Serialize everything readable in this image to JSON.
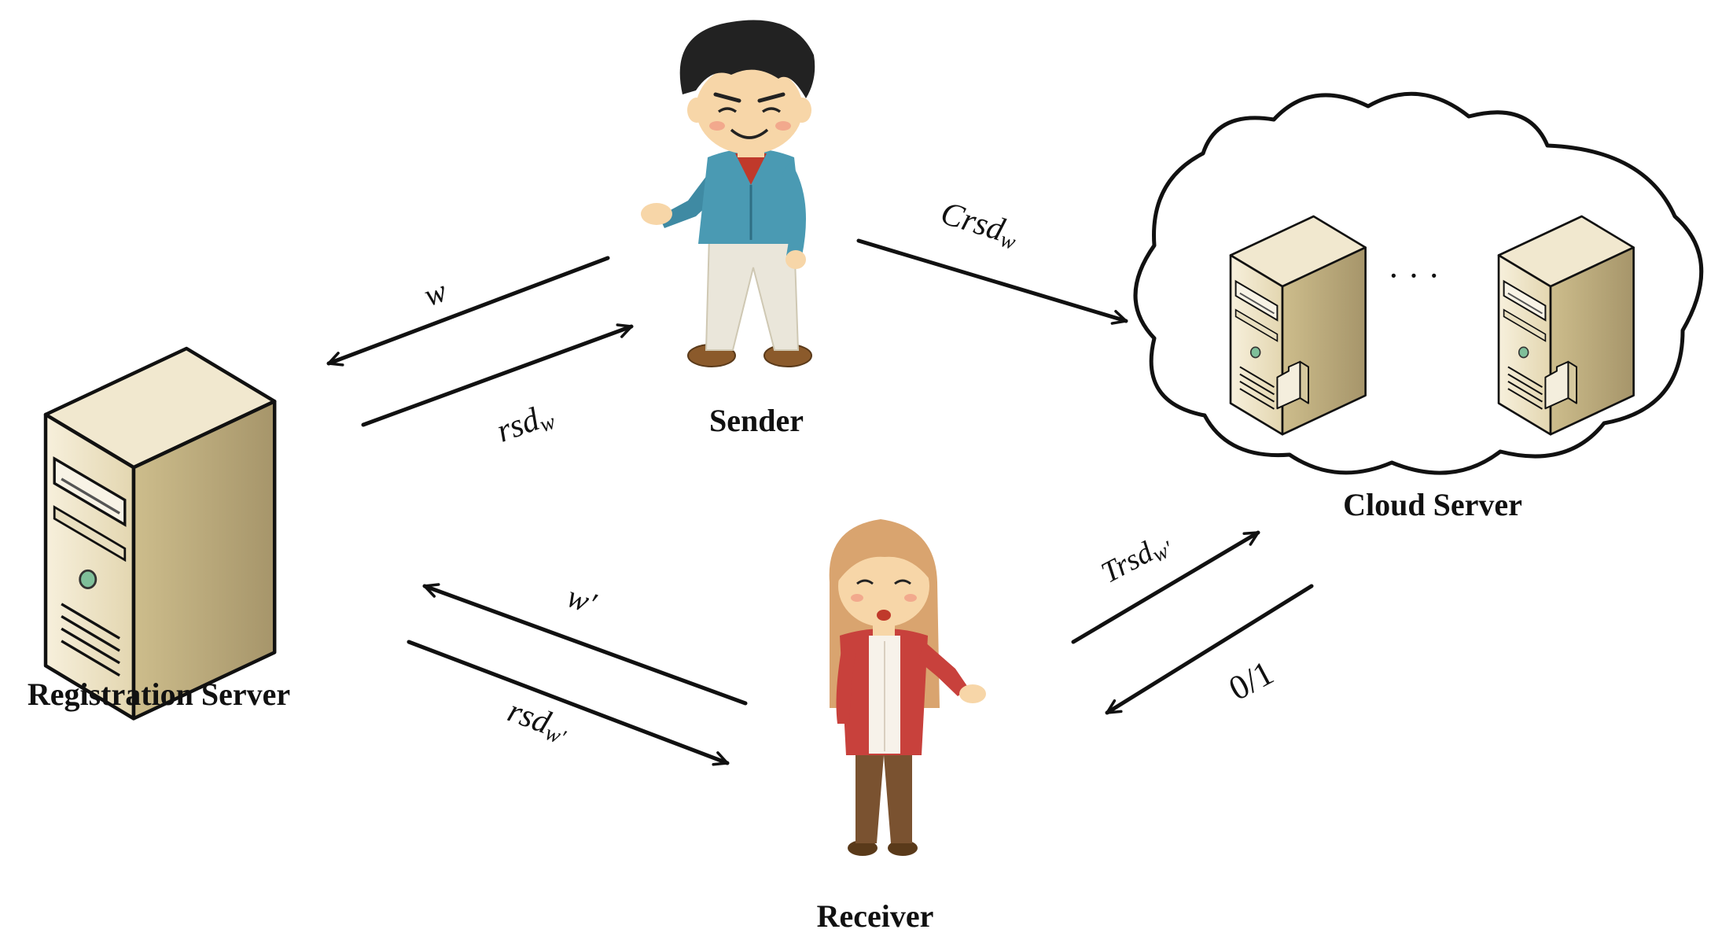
{
  "nodes": {
    "registration_server": "Registration Server",
    "sender": "Sender",
    "receiver": "Receiver",
    "cloud_server": "Cloud Server"
  },
  "cloud": {
    "ellipsis": "· · ·"
  },
  "edges": {
    "sender_to_registration": {
      "base": "w",
      "sub": ""
    },
    "registration_to_sender": {
      "base": "rsd",
      "sub": "w"
    },
    "sender_to_cloud": {
      "base": "Crsd",
      "sub": "w"
    },
    "receiver_to_registration": {
      "base": "w′",
      "sub": ""
    },
    "registration_to_receiver": {
      "base": "rsd",
      "sub": "w′"
    },
    "receiver_to_cloud": {
      "base": "Trsd",
      "sub": "w′"
    },
    "cloud_to_receiver": {
      "base": "0/1",
      "sub": ""
    }
  },
  "colors": {
    "server_light": "#f4ecd6",
    "server_mid": "#dccfa8",
    "server_dark": "#b7a878",
    "outline": "#111111",
    "sender_shirt": "#4a9ab3",
    "receiver_jacket": "#c8413c",
    "receiver_hair": "#d9a46f"
  }
}
